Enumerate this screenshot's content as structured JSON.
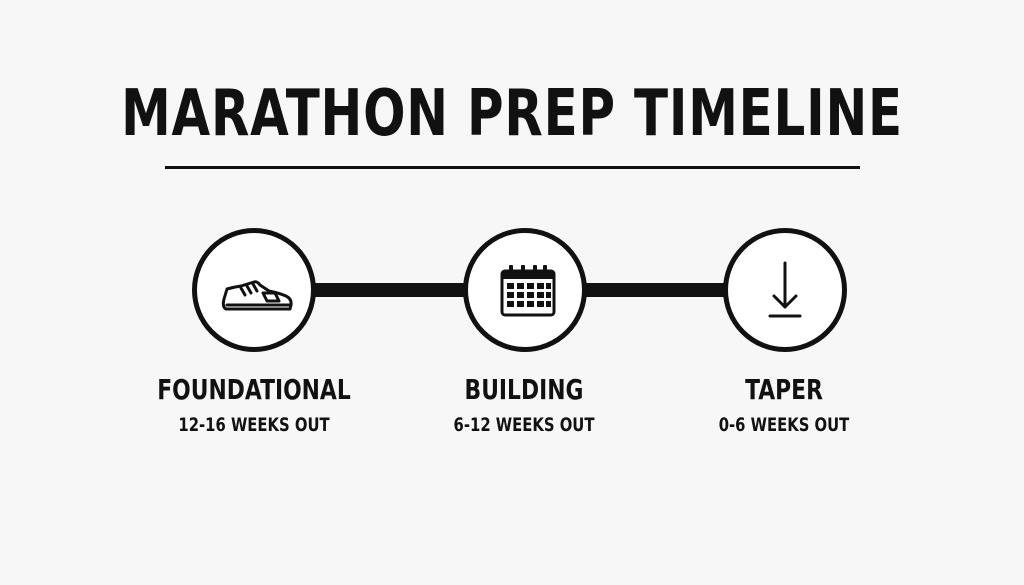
{
  "title": "MARATHON PREP TIMELINE",
  "stages": [
    {
      "label": "FOUNDATIONAL",
      "range": "12-16 WEEKS OUT",
      "icon": "running-shoe-icon"
    },
    {
      "label": "BUILDING",
      "range": "6-12 WEEKS OUT",
      "icon": "calendar-icon"
    },
    {
      "label": "TAPER",
      "range": "0-6 WEEKS OUT",
      "icon": "down-arrow-icon"
    }
  ],
  "colors": {
    "ink": "#111111",
    "background": "#f7f7f7",
    "node_fill": "#ffffff"
  }
}
